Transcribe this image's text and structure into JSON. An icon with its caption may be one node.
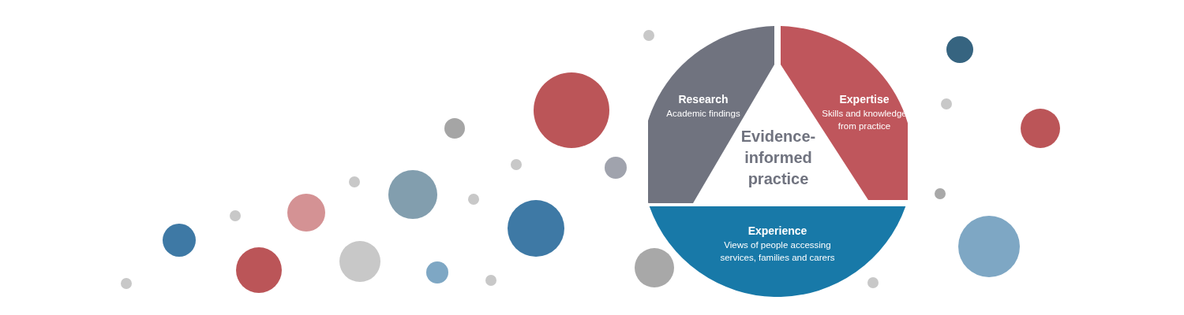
{
  "diagram": {
    "nodes": [
      {
        "text": [
          "Research",
          "Academic findings"
        ]
      },
      {
        "text": [
          "Expertise",
          "Skills and knowledge from practice"
        ]
      },
      {
        "text": [
          "Experience",
          "Views of people accessing services, families and carers"
        ]
      }
    ],
    "labels": [
      "Evidence-informed practice"
    ]
  }
}
